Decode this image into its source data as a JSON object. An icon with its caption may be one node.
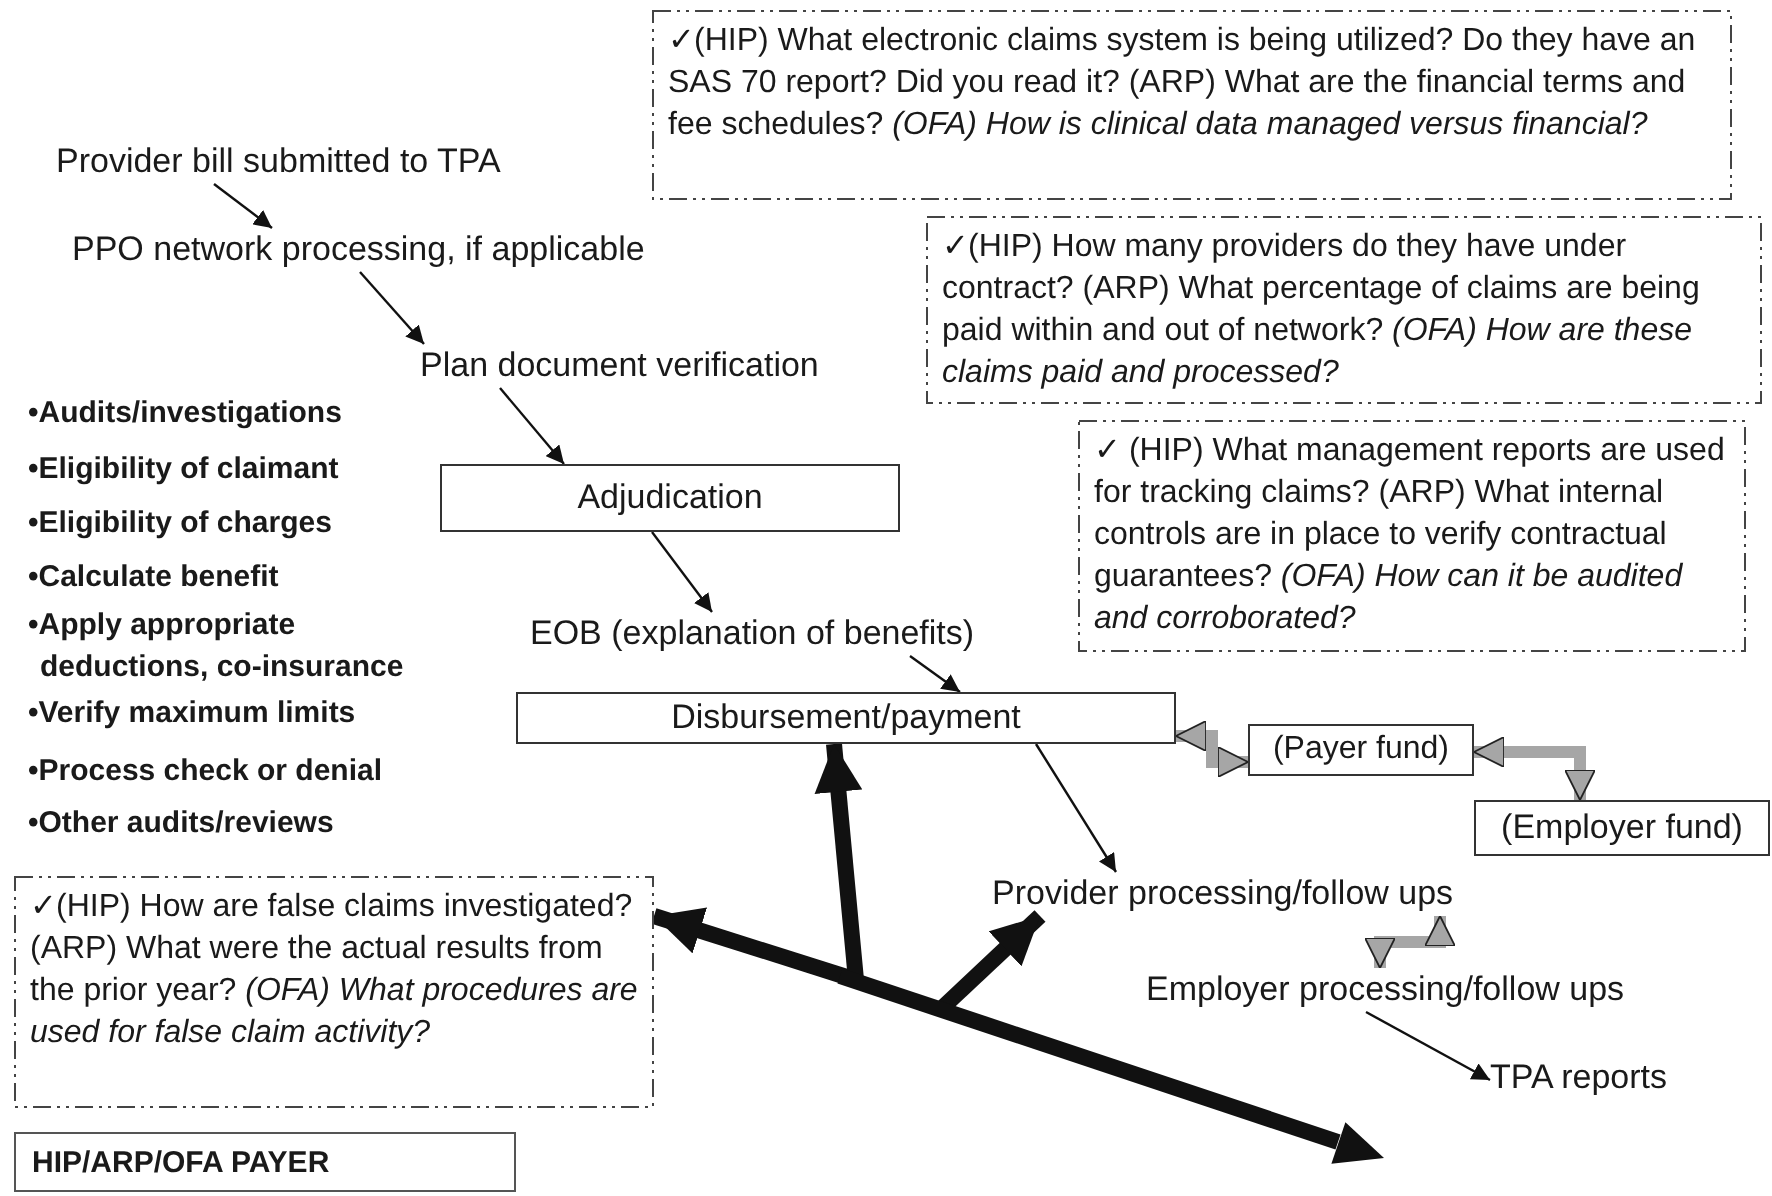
{
  "diagram": {
    "nodes": [
      {
        "text": [
          "Provider bill submitted to TPA"
        ]
      },
      {
        "text": [
          "PPO network processing, if applicable"
        ]
      },
      {
        "text": [
          "Plan document verification"
        ]
      },
      {
        "text": [
          "Adjudication"
        ]
      },
      {
        "text": [
          "EOB (explanation of benefits)"
        ]
      },
      {
        "text": [
          "Disbursement/payment"
        ]
      },
      {
        "text": [
          "(Payer fund)"
        ]
      },
      {
        "text": [
          "(Employer fund)"
        ]
      },
      {
        "text": [
          "Provider processing/follow ups"
        ]
      },
      {
        "text": [
          "Employer processing/follow ups"
        ]
      },
      {
        "text": [
          "TPA reports"
        ]
      },
      {
        "text": [
          "✓(HIP) What electronic claims system is being utilized? Do they have an SAS 70 report? Did you read it? (ARP) What are the financial terms and fee schedules? *(OFA) How is clinical data managed versus financial?*"
        ]
      },
      {
        "text": [
          "✓(HIP) How many providers do they have under contract? (ARP) What percentage of claims are being paid within and out of network? *(OFA) How are these claims paid and processed?*"
        ]
      },
      {
        "text": [
          "✓ (HIP) What management reports are used for tracking claims? (ARP) What internal controls are in place to verify contractual guarantees? *(OFA) How can it be audited and corroborated?*"
        ]
      },
      {
        "text": [
          "✓(HIP) How are false claims investigated? (ARP) What were the actual results from the prior year? *(OFA) What procedures are used for false claim activity?*"
        ]
      },
      {
        "text": [
          "HIP/ARP/OFA PAYER"
        ]
      }
    ],
    "edges": [
      {
        "from": 0,
        "to": 1,
        "arrow": "to"
      },
      {
        "from": 1,
        "to": 2,
        "arrow": "to"
      },
      {
        "from": 2,
        "to": 3,
        "arrow": "to"
      },
      {
        "from": 3,
        "to": 4,
        "arrow": "to"
      },
      {
        "from": 4,
        "to": 5,
        "arrow": "to"
      },
      {
        "from": 5,
        "to": 8,
        "arrow": "to"
      },
      {
        "from": 9,
        "to": 10,
        "arrow": "to"
      },
      {
        "from": 5,
        "to": 6,
        "arrow": "both",
        "style": "thick",
        "color": "#a6a6a6"
      },
      {
        "from": 6,
        "to": 7,
        "arrow": "both",
        "style": "thick",
        "color": "#a6a6a6"
      },
      {
        "from": 8,
        "to": 9,
        "arrow": "both",
        "style": "thick",
        "color": "#a6a6a6"
      },
      {
        "from": null,
        "to": 14,
        "arrow": "to",
        "style": "thick"
      },
      {
        "from": null,
        "to": 5,
        "arrow": "to",
        "style": "thick"
      },
      {
        "from": null,
        "to": 8,
        "arrow": "to",
        "style": "thick"
      }
    ],
    "labels": [
      "•Audits/investigations",
      "•Eligibility of claimant",
      "•Eligibility of charges",
      "•Calculate benefit",
      "•Apply appropriate deductions, co-insurance",
      "•Verify maximum limits",
      "•Process check or denial",
      "•Other audits/reviews"
    ]
  }
}
